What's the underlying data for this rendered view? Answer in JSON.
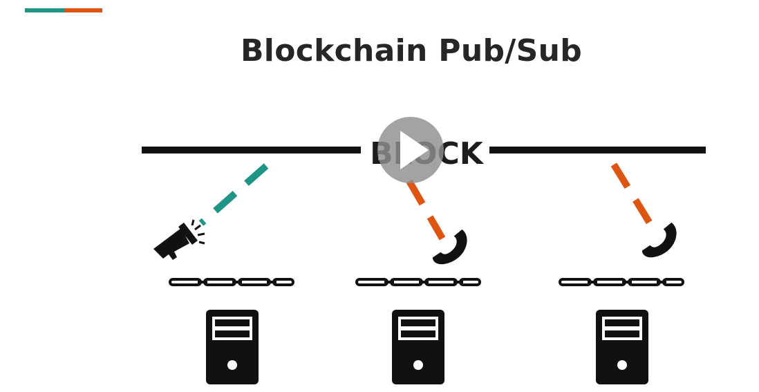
{
  "slide": {
    "title": "Blockchain Pub/Sub",
    "block_label": "BLOCK",
    "colors": {
      "teal": "#1f9585",
      "orange": "#de5512",
      "ink": "#111111"
    }
  },
  "nodes": [
    {
      "role": "publisher",
      "icon": "megaphone-icon",
      "signal_color": "#1f9585"
    },
    {
      "role": "subscriber",
      "icon": "phone-icon",
      "signal_color": "#de5512"
    },
    {
      "role": "subscriber",
      "icon": "phone-icon",
      "signal_color": "#de5512"
    }
  ],
  "video": {
    "control": "play-icon"
  }
}
